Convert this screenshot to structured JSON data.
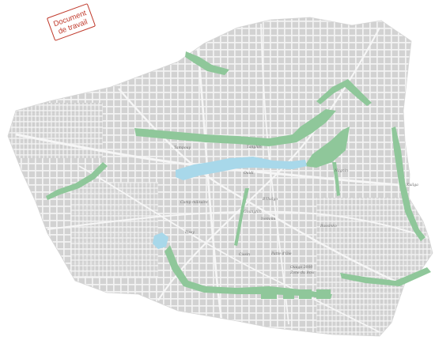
{
  "stamp": {
    "line1": "Document",
    "line2": "de travail",
    "color": "#c0392b"
  },
  "map": {
    "colors": {
      "background": "#ffffff",
      "city": "#e3e3e3",
      "blocks": "#cfcfcf",
      "streets": "#f6f6f6",
      "green": "#8fc79a",
      "water": "#a8d8ea"
    },
    "labels": {
      "tampouy": "Tampouy",
      "tanghin": "Tanghin",
      "ouidi": "Ouidi",
      "nagnin": "Nagnin",
      "camp_militaire": "Camp militaire",
      "gounghin": "Gounghin",
      "bilbalgo": "Bilbalgo",
      "nemnin": "Nemnin",
      "pissy": "Pissy",
      "cissin": "Cissin",
      "bassinko": "Bassinko",
      "kuilga": "Kuilga",
      "zone_du_bois": "Zone du Bois",
      "patte_d_oie": "Patte d'Oie",
      "ouaga_2000": "Ouaga 2000"
    }
  }
}
